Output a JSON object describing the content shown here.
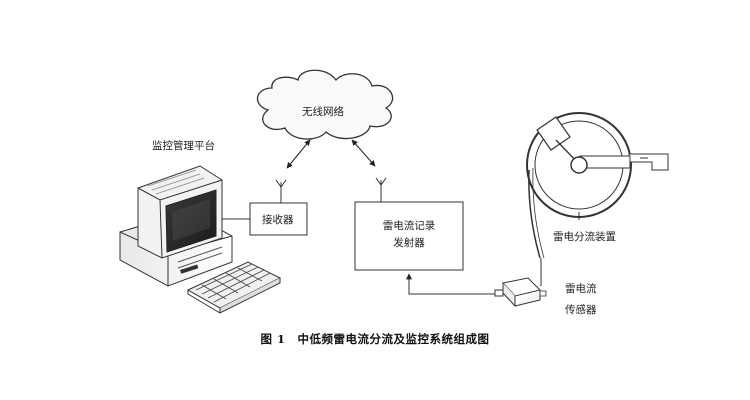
{
  "labels": {
    "network": "无线网络",
    "platform": "监控管理平台",
    "receiver": "接收器",
    "recorder_line1": "雷电流记录",
    "recorder_line2": "发射器",
    "shunt": "雷电分流装置",
    "sensor_line1": "雷电流",
    "sensor_line2": "传感器"
  },
  "caption": "图 1　中低频雷电流分流及监控系统组成图",
  "icons": [
    "cloud-icon",
    "computer-icon",
    "keyboard-icon",
    "antenna-icon",
    "lightning-shunt-device-icon",
    "current-sensor-icon"
  ],
  "colors": {
    "stroke": "#333333",
    "screen": "#2a2a2a",
    "case": "#f4f4f4"
  }
}
